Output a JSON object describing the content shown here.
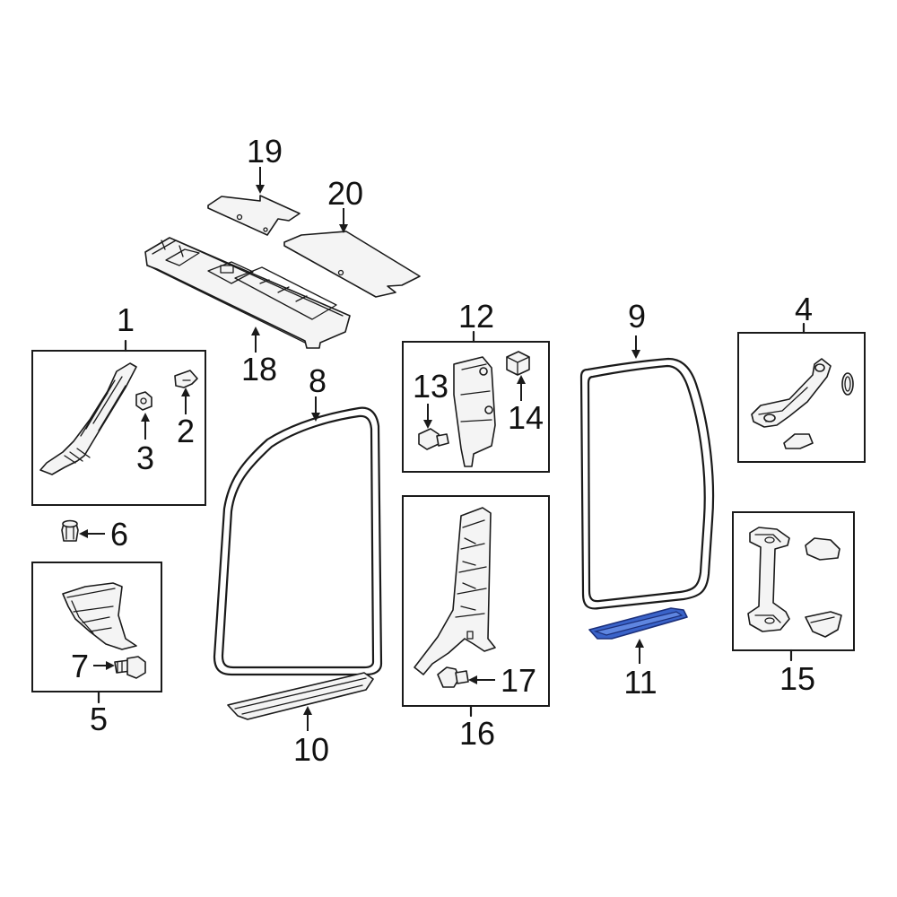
{
  "colors": {
    "line": "#1a1a1a",
    "highlight": "#3a63c9",
    "background": "#ffffff"
  },
  "callouts": {
    "c1": "1",
    "c2": "2",
    "c3": "3",
    "c4": "4",
    "c5": "5",
    "c6": "6",
    "c7": "7",
    "c8": "8",
    "c9": "9",
    "c10": "10",
    "c11": "11",
    "c12": "12",
    "c13": "13",
    "c14": "14",
    "c15": "15",
    "c16": "16",
    "c17": "17",
    "c18": "18",
    "c19": "19",
    "c20": "20"
  },
  "highlighted_part": "11"
}
